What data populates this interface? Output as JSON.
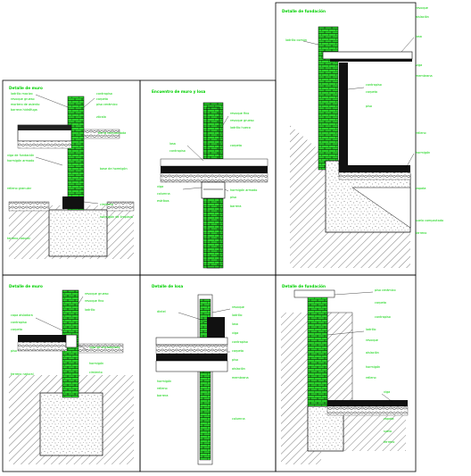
{
  "sheet": {
    "background": "#ffffff",
    "line_color": "#000000",
    "annotation_color": "#00d000",
    "brick_color": "#2bd62b"
  },
  "panels": [
    {
      "id": "a",
      "title": "Detalle de muro",
      "labels": [
        "ladrillo macizo",
        "revoque grueso",
        "mortero de asiento",
        "barrera hidrófuga",
        "contrapiso",
        "carpeta",
        "piso cerámico",
        "zócalo",
        "tierra compactada",
        "viga de fundación",
        "hormigón armado",
        "base de hormigón",
        "relleno granular",
        "cimiento",
        "hormigón de limpieza",
        "terreno natural"
      ]
    },
    {
      "id": "b",
      "title": "Encuentro de muro y losa",
      "labels": [
        "revoque fino",
        "revoque grueso",
        "ladrillo hueco",
        "losa",
        "contrapiso",
        "carpeta",
        "viga",
        "columna",
        "estribos",
        "hormigón armado",
        "piso",
        "barrera"
      ]
    },
    {
      "id": "c",
      "title": "Detalle de fundación",
      "labels": [
        "ladrillo común",
        "revoque",
        "aislación",
        "losa",
        "viga",
        "membrana",
        "contrapiso",
        "carpeta",
        "piso",
        "relleno",
        "hormigón",
        "zapata",
        "suelo compactado",
        "terreno"
      ]
    },
    {
      "id": "d",
      "title": "Detalle de muro",
      "labels": [
        "revoque grueso",
        "revoque fino",
        "ladrillo",
        "capa aisladora",
        "contrapiso",
        "carpeta",
        "piso",
        "viga de encadenado",
        "hormigón",
        "cimiento",
        "terreno natural"
      ]
    },
    {
      "id": "e",
      "title": "Detalle de losa",
      "labels": [
        "revoque",
        "ladrillo",
        "losa",
        "viga",
        "contrapiso",
        "carpeta",
        "piso",
        "aislación",
        "membrana",
        "hormigón",
        "relleno",
        "barrera",
        "dintel",
        "columna"
      ]
    },
    {
      "id": "f",
      "title": "Detalle de fundación",
      "labels": [
        "piso cerámico",
        "carpeta",
        "contrapiso",
        "ladrillo",
        "revoque",
        "aislación",
        "hormigón",
        "relleno",
        "viga",
        "zapata",
        "suelo",
        "terreno"
      ]
    }
  ]
}
